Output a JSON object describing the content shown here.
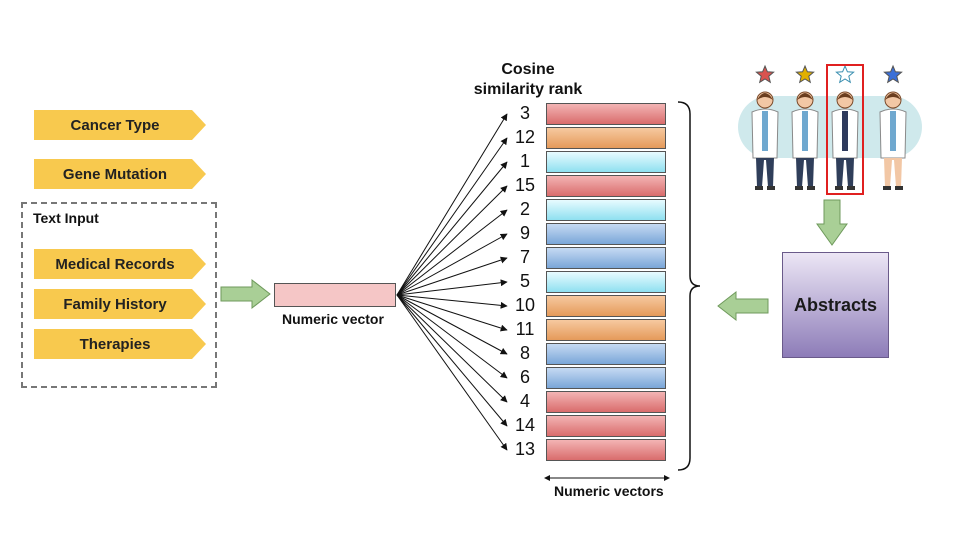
{
  "tags_top": [
    {
      "label": "Cancer Type"
    },
    {
      "label": "Gene Mutation"
    }
  ],
  "text_input": {
    "title": "Text Input",
    "items": [
      {
        "label": "Medical Records"
      },
      {
        "label": "Family History"
      },
      {
        "label": "Therapies"
      }
    ]
  },
  "numeric_vector_label": "Numeric vector",
  "cosine_header": [
    "Cosine",
    "similarity rank"
  ],
  "ranks": [
    {
      "rank": "3",
      "color": "red"
    },
    {
      "rank": "12",
      "color": "orange"
    },
    {
      "rank": "1",
      "color": "cyan"
    },
    {
      "rank": "15",
      "color": "red"
    },
    {
      "rank": "2",
      "color": "cyan"
    },
    {
      "rank": "9",
      "color": "blue"
    },
    {
      "rank": "7",
      "color": "blue"
    },
    {
      "rank": "5",
      "color": "cyan"
    },
    {
      "rank": "10",
      "color": "orange"
    },
    {
      "rank": "11",
      "color": "orange"
    },
    {
      "rank": "8",
      "color": "blue"
    },
    {
      "rank": "6",
      "color": "blue"
    },
    {
      "rank": "4",
      "color": "red"
    },
    {
      "rank": "14",
      "color": "red"
    },
    {
      "rank": "13",
      "color": "red"
    }
  ],
  "numeric_vectors_label": "Numeric vectors",
  "abstracts_label": "Abstracts",
  "doctors": [
    {
      "star_color": "#d9534f",
      "highlighted": false
    },
    {
      "star_color": "#e0b000",
      "highlighted": false
    },
    {
      "star_color": "#ffffff",
      "highlighted": true
    },
    {
      "star_color": "#3a6fd8",
      "highlighted": false
    }
  ],
  "colors": {
    "tag_fill": "#f8c94e",
    "arrow_fill": "#8fbf7a",
    "vector_fill": "#f5c6c6",
    "highlight": "#e02020",
    "abstracts_fill": "#8d7cb8"
  }
}
